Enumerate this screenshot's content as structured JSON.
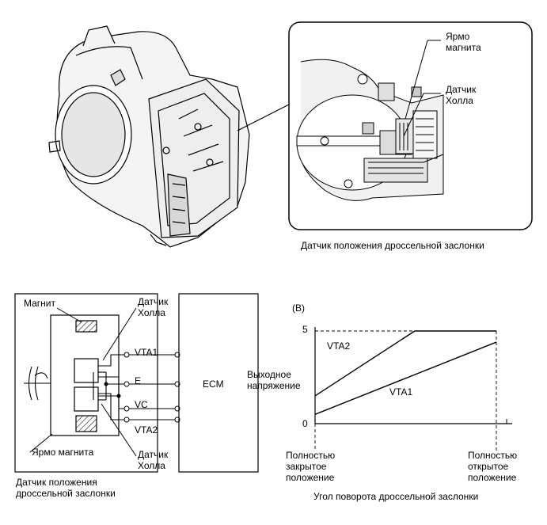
{
  "top": {
    "callout_yoke": "Ярмо\nмагнита",
    "callout_hall": "Датчик\nХолла",
    "caption": "Датчик положения дроссельной заслонки"
  },
  "circuit": {
    "magnet": "Магнит",
    "hall_top": "Датчик\nХолла",
    "hall_bottom": "Датчик\nХолла",
    "yoke": "Ярмо магнита",
    "ecm": "ECM",
    "terminals": [
      "VTA1",
      "E",
      "VC",
      "VTA2"
    ],
    "caption": "Датчик положения\nдроссельной заслонки"
  },
  "chart_data": {
    "type": "line",
    "panel_label": "(B)",
    "ylabel": "Выходное\nнапряжение",
    "xlabel": "Угол поворота дроссельной заслонки",
    "x_labels": [
      "Полностью\nзакрытое\nположение",
      "Полностью\nоткрытое\nположение"
    ],
    "y_ticks": [
      "5",
      "0"
    ],
    "ylim": [
      0,
      5
    ],
    "series": [
      {
        "name": "VTA2",
        "points": [
          [
            0,
            1.5
          ],
          [
            0.55,
            5
          ],
          [
            1,
            5
          ]
        ]
      },
      {
        "name": "VTA1",
        "points": [
          [
            0,
            0.5
          ],
          [
            1,
            4.4
          ]
        ]
      }
    ]
  }
}
